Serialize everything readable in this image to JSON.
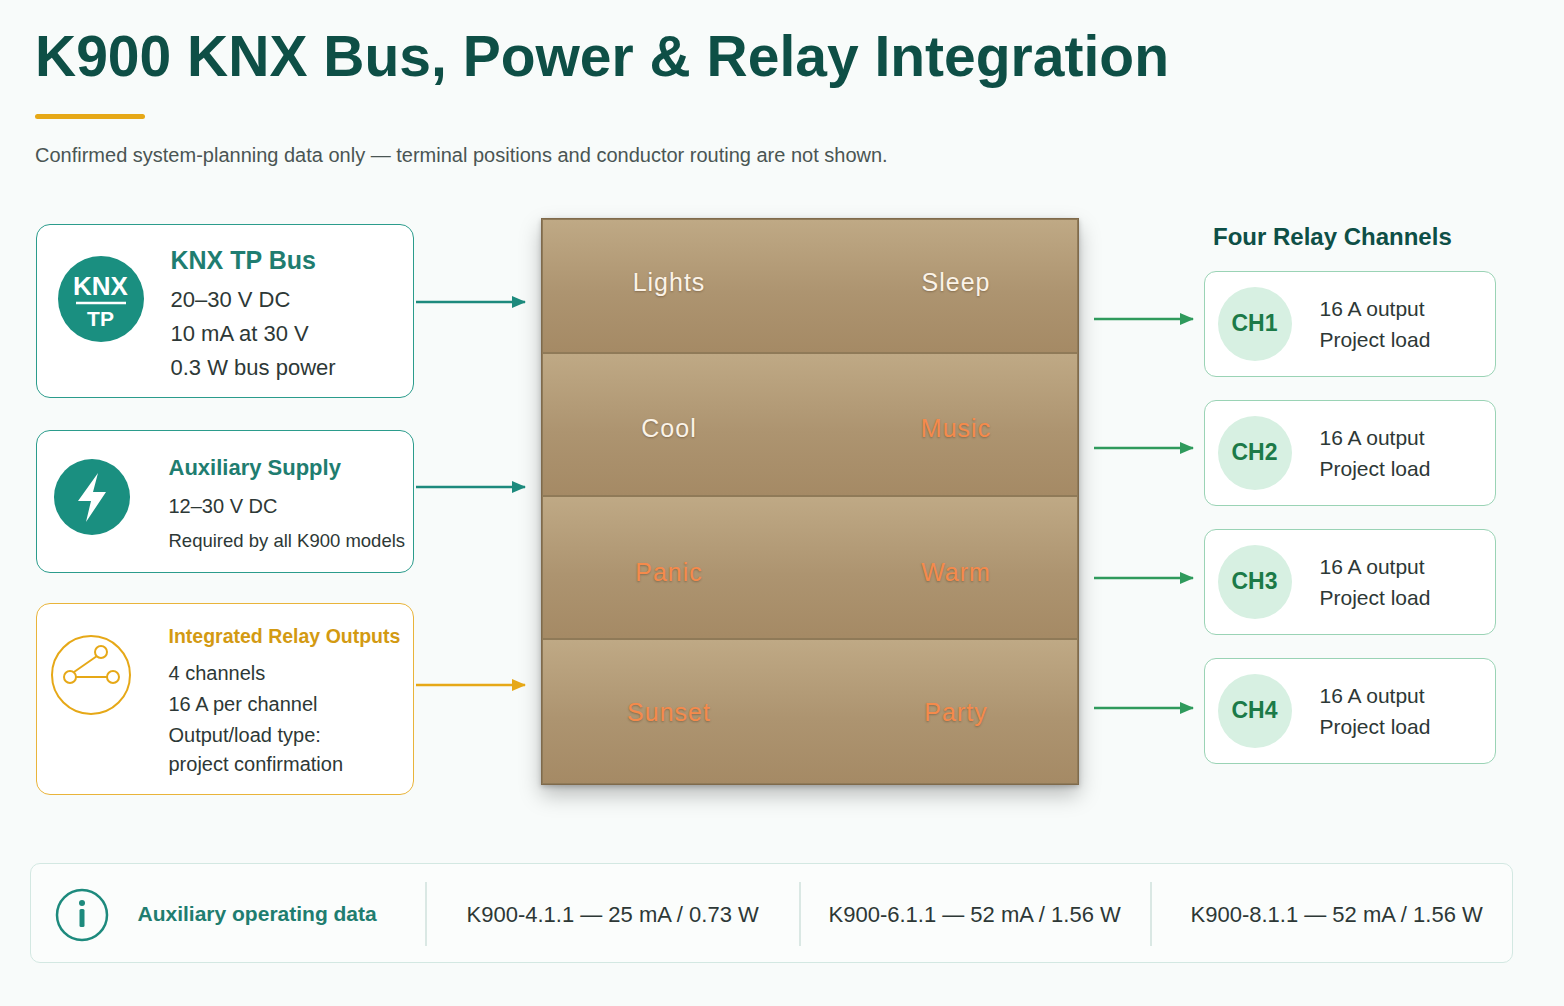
{
  "diagram": {
    "title": "K900 KNX Bus, Power & Relay Integration",
    "caption": "Confirmed system-planning data only — terminal positions and conductor routing are not shown.",
    "nodes": [
      {
        "text": [
          "KNX TP Bus",
          "20–30 V DC",
          "10 mA at 30 V",
          "0.3 W bus power"
        ]
      },
      {
        "text": [
          "KNX",
          "TP"
        ],
        "in": 0
      },
      {
        "text": [
          "Auxiliary Supply",
          "12–30 V DC",
          "Required by all K900 models"
        ]
      },
      {
        "text": [
          "Integrated Relay Outputs",
          "4 channels",
          "16 A per channel",
          "Output/load type: project confirmation"
        ]
      },
      {
        "text": [
          "Lights",
          "Sleep"
        ]
      },
      {
        "text": [
          "Cool",
          "Music"
        ]
      },
      {
        "text": [
          "Panic",
          "Warm"
        ]
      },
      {
        "text": [
          "Sunset",
          "Party"
        ]
      },
      {
        "text": [
          "16 A output",
          "Project load"
        ]
      },
      {
        "text": [
          "CH1"
        ],
        "in": 8
      },
      {
        "text": [
          "16 A output",
          "Project load"
        ]
      },
      {
        "text": [
          "CH2"
        ],
        "in": 10
      },
      {
        "text": [
          "16 A output",
          "Project load"
        ]
      },
      {
        "text": [
          "CH3"
        ],
        "in": 12
      },
      {
        "text": [
          "16 A output",
          "Project load"
        ]
      },
      {
        "text": [
          "CH4"
        ],
        "in": 14
      },
      {
        "text": [
          "Auxiliary operating data",
          "K900-4.1.1 — 25 mA / 0.73 W",
          "K900-6.1.1 — 52 mA / 1.56 W",
          "K900-8.1.1 — 52 mA / 1.56 W"
        ]
      }
    ],
    "edges": [
      {
        "from": 0,
        "to": 4,
        "arrow": "to"
      },
      {
        "from": 2,
        "to": 5,
        "arrow": "to"
      },
      {
        "from": 3,
        "to": 7,
        "arrow": "to"
      },
      {
        "from": 4,
        "to": 8,
        "arrow": "to"
      },
      {
        "from": 5,
        "to": 10,
        "arrow": "to"
      },
      {
        "from": 6,
        "to": 12,
        "arrow": "to"
      },
      {
        "from": 7,
        "to": 14,
        "arrow": "to"
      }
    ],
    "labels": [
      "Four Relay Channels"
    ]
  }
}
